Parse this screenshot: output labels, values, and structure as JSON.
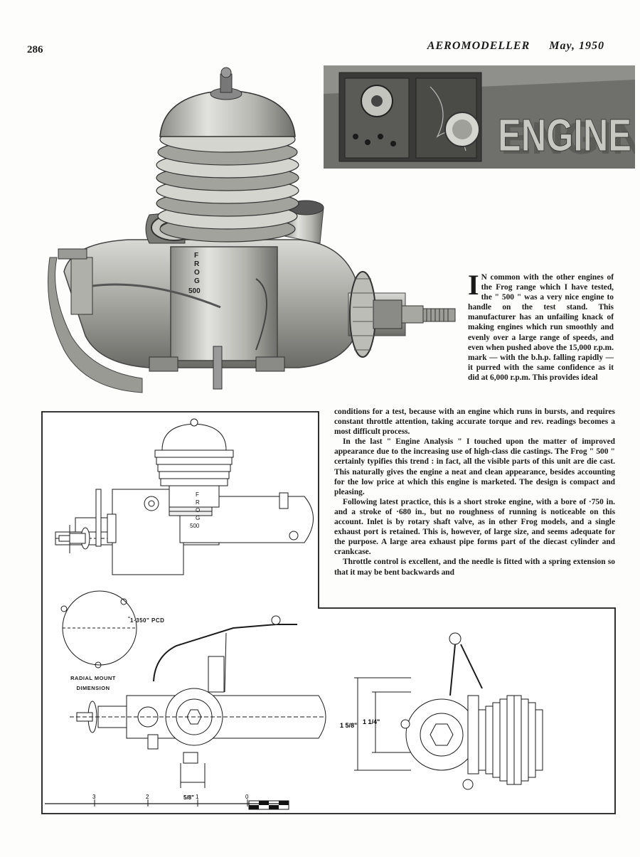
{
  "header": {
    "page_number": "286",
    "magazine": "AEROMODELLER",
    "issue_date": "May, 1950"
  },
  "title_panel": {
    "word": "ENGINE"
  },
  "engine_markings": [
    "F",
    "R",
    "O",
    "G",
    "500"
  ],
  "intro": {
    "dropcap": "I",
    "text": "N common with the other engines of the Frog range which I have tested, the \" 500 \" was a very nice engine to handle on the test stand. This manufacturer has an unfailing knack of making engines which run smoothly and evenly over a large range of speeds, and even when pushed above the 15,000 r.p.m. mark — with the b.h.p. falling rapidly — it purred with the same confidence as it did at 6,000 r.p.m. This provides ideal"
  },
  "body_paragraphs": [
    "conditions for a test, because with an engine which runs in bursts, and requires constant throttle attention, taking accurate torque and rev. readings becomes a most difficult process.",
    "In the last \" Engine Analysis \" I touched upon the matter of improved appearance due to the increasing use of high-class die castings. The Frog \" 500 \" certainly typifies this trend : in fact, all the visible parts of this unit are die cast. This naturally gives the engine a neat and clean appearance, besides accounting for the low price at which this engine is marketed. The design is compact and pleasing.",
    "Following latest practice, this is a short stroke engine, with a bore of ·750 in. and a stroke of ·680 in., but no roughness of running is noticeable on this account. Inlet is by rotary shaft valve, as in other Frog models, and a single exhaust port is retained. This is, however, of large size, and seems adequate for the purpose. A large area exhaust pipe forms part of the diecast cylinder and crankcase.",
    "Throttle control is excellent, and the needle is fitted with a spring extension so that it may be bent backwards and"
  ],
  "drawing": {
    "pcd_label": "1·350\" PCD",
    "radial_mount_line1": "RADIAL MOUNT",
    "radial_mount_line2": "DIMENSION",
    "dim_small": "5/8\"",
    "dim_height_outer": "1 5/8\"",
    "dim_height_inner": "1 1/4\"",
    "scale_numbers": [
      "3",
      "2",
      "1",
      "0"
    ]
  }
}
